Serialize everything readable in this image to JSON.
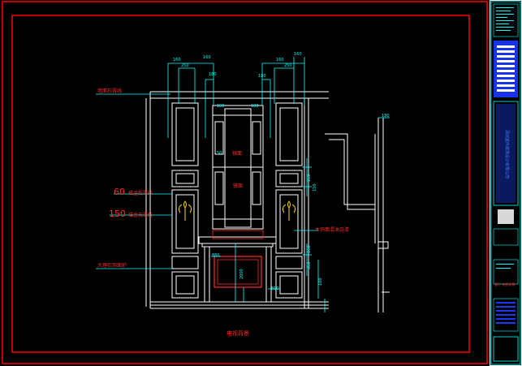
{
  "drawing": {
    "title": "电视背景",
    "labels": {
      "top_left": "墙面石膏线",
      "left_60": "60",
      "left_60_text": "描金石膏线",
      "left_150": "150",
      "left_150_text": "描金石膏线",
      "left_bottom": "大理石饰面护",
      "mirror_top": "镜面",
      "mirror_mid": "镜面",
      "right_mid": "木饰面混油白漆"
    },
    "dimensions": {
      "top_left_a": "160",
      "top_left_b": "250",
      "top_left_c": "160",
      "top_left_d": "180",
      "top_right_a": "160",
      "top_right_b": "160",
      "top_right_c": "250",
      "top_right_d": "180",
      "inner_left": "180",
      "inner_right": "180",
      "mid_50": "50",
      "right_150": "150",
      "right_150b": "150",
      "right_160": "160",
      "right_350": "350",
      "tv_880": "880",
      "tv_2000": "2000",
      "base_810": "810",
      "far_right_180": "180",
      "far_right_100": "100"
    }
  },
  "title_block": {
    "company": "深圳室内装饰设计有限公司",
    "sheet_name": "客厅-电视背景"
  },
  "colors": {
    "background": "#000000",
    "frame": "#ff0000",
    "lines": "#ffffff",
    "dims": "#00ffff",
    "text_red": "#ff2a2a",
    "panel_blue": "#1a3aff"
  }
}
